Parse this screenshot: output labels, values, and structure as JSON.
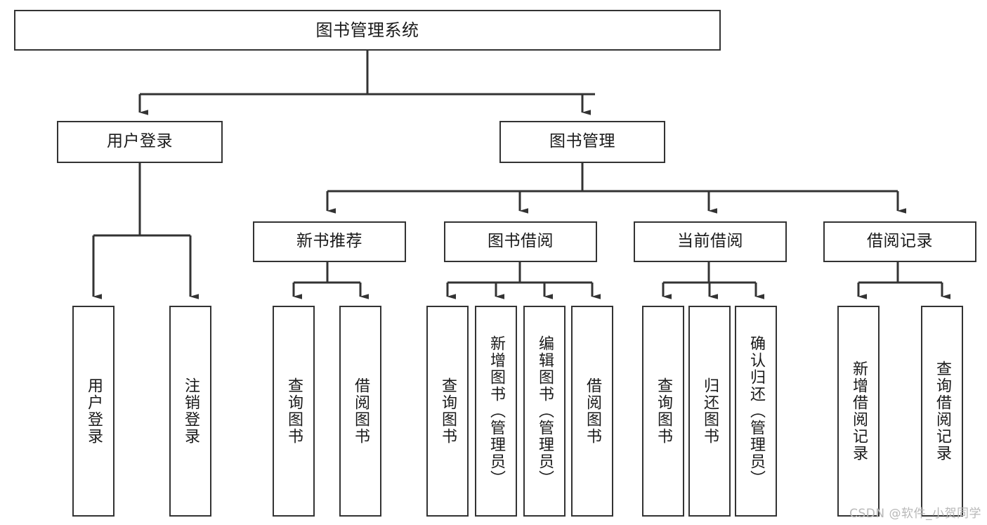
{
  "diagram": {
    "title": "图书管理系统",
    "type": "hierarchy-tree",
    "root": {
      "id": "root",
      "label": "图书管理系统"
    },
    "level2": [
      {
        "id": "user-login",
        "label": "用户登录"
      },
      {
        "id": "book-manage",
        "label": "图书管理"
      }
    ],
    "level3": [
      {
        "id": "new-book-recommend",
        "label": "新书推荐"
      },
      {
        "id": "book-borrow",
        "label": "图书借阅"
      },
      {
        "id": "current-borrow",
        "label": "当前借阅"
      },
      {
        "id": "borrow-record",
        "label": "借阅记录"
      }
    ],
    "leaves": [
      {
        "id": "leaf-user-login",
        "label": "用户登录",
        "parent": "user-login"
      },
      {
        "id": "leaf-user-logout",
        "label": "注销登录",
        "parent": "user-login"
      },
      {
        "id": "leaf-query-book-1",
        "label": "查询图书",
        "parent": "new-book-recommend"
      },
      {
        "id": "leaf-borrow-book-1",
        "label": "借阅图书",
        "parent": "new-book-recommend"
      },
      {
        "id": "leaf-query-book-2",
        "label": "查询图书",
        "parent": "book-borrow"
      },
      {
        "id": "leaf-add-book",
        "label": "新增图书（管理员）",
        "parent": "book-borrow"
      },
      {
        "id": "leaf-edit-book",
        "label": "编辑图书（管理员）",
        "parent": "book-borrow"
      },
      {
        "id": "leaf-borrow-book-2",
        "label": "借阅图书",
        "parent": "book-borrow"
      },
      {
        "id": "leaf-query-book-3",
        "label": "查询图书",
        "parent": "current-borrow"
      },
      {
        "id": "leaf-return-book",
        "label": "归还图书",
        "parent": "current-borrow"
      },
      {
        "id": "leaf-confirm-return",
        "label": "确认归还（管理员）",
        "parent": "current-borrow"
      },
      {
        "id": "leaf-add-record",
        "label": "新增借阅记录",
        "parent": "borrow-record"
      },
      {
        "id": "leaf-query-record",
        "label": "查询借阅记录",
        "parent": "borrow-record"
      }
    ],
    "colors": {
      "border": "#333333",
      "fill": "#ffffff",
      "text": "#1a1a1a",
      "watermark": "#b8b8b8"
    }
  },
  "watermark": {
    "text": "CSDN @软件_小贺同学"
  }
}
